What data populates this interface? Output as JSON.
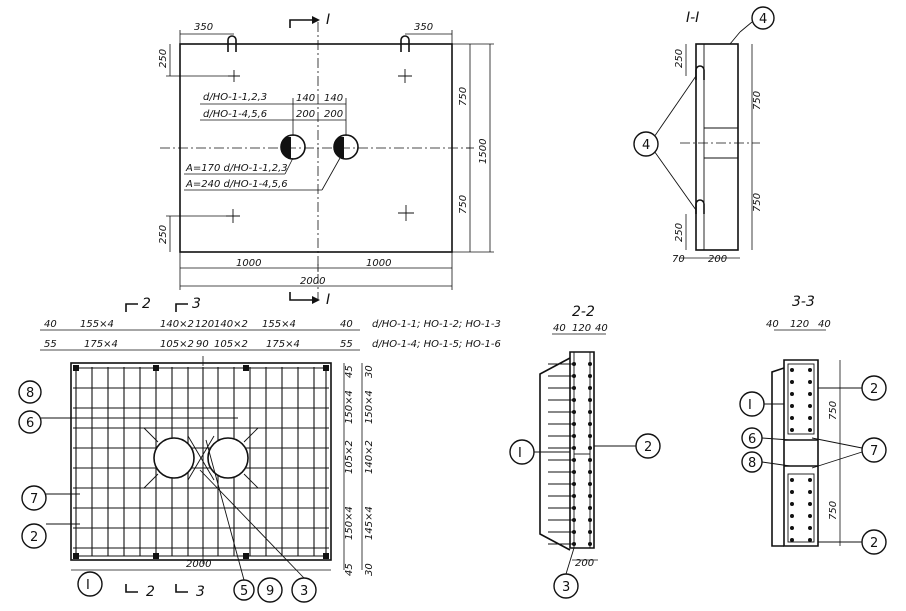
{
  "plan": {
    "section_mark": "I",
    "dims": {
      "top_left": "350",
      "top_right": "350",
      "left_top": "250",
      "left_bottom": "250",
      "right_upper": "750",
      "right_lower": "750",
      "right_total": "1500",
      "bottom_left": "1000",
      "bottom_right": "1000",
      "bottom_total": "2000",
      "hole_140_a": "140",
      "hole_140_b": "140",
      "hole_200_a": "200",
      "hole_200_b": "200"
    },
    "notes": {
      "d_123": "d/НО-1-1,2,3",
      "d_456": "d/НО-1-4,5,6",
      "a170": "A=170  d/НО-1-1,2,3",
      "a240": "A=240  d/НО-1-4,5,6"
    }
  },
  "section_11": {
    "title": "I-I",
    "dims": {
      "top": "250",
      "bottom": "250",
      "upper": "750",
      "lower": "750",
      "foot_left": "70",
      "foot_right": "200"
    },
    "callout": "4"
  },
  "reinf": {
    "section_2": "2",
    "section_3": "3",
    "section_I": "I",
    "row1": [
      "40",
      "155×4",
      "140×2",
      "120",
      "140×2",
      "155×4",
      "40"
    ],
    "row2": [
      "55",
      "175×4",
      "105×2",
      "90",
      "105×2",
      "175×4",
      "55"
    ],
    "note1": "d/НО-1-1; НО-1-2; НО-1-3",
    "note2": "d/НО-1-4; НО-1-5; НО-1-6",
    "right_a": [
      "45",
      "150×4",
      "105×2",
      "150×4",
      "45"
    ],
    "right_b": [
      "30",
      "150×4",
      "140×2",
      "145×4",
      "30"
    ],
    "bottom_total": "2000",
    "callouts": [
      "8",
      "6",
      "7",
      "2",
      "5",
      "9",
      "3"
    ]
  },
  "section_22": {
    "title": "2-2",
    "dims_top": [
      "40",
      "120",
      "40"
    ],
    "dim_bottom": "200",
    "callouts": [
      "I",
      "2",
      "3"
    ]
  },
  "section_33": {
    "title": "3-3",
    "dims_top": [
      "40",
      "120",
      "40"
    ],
    "dim_upper": "750",
    "dim_lower": "750",
    "callouts": [
      "I",
      "2",
      "6",
      "8",
      "7",
      "2"
    ]
  }
}
